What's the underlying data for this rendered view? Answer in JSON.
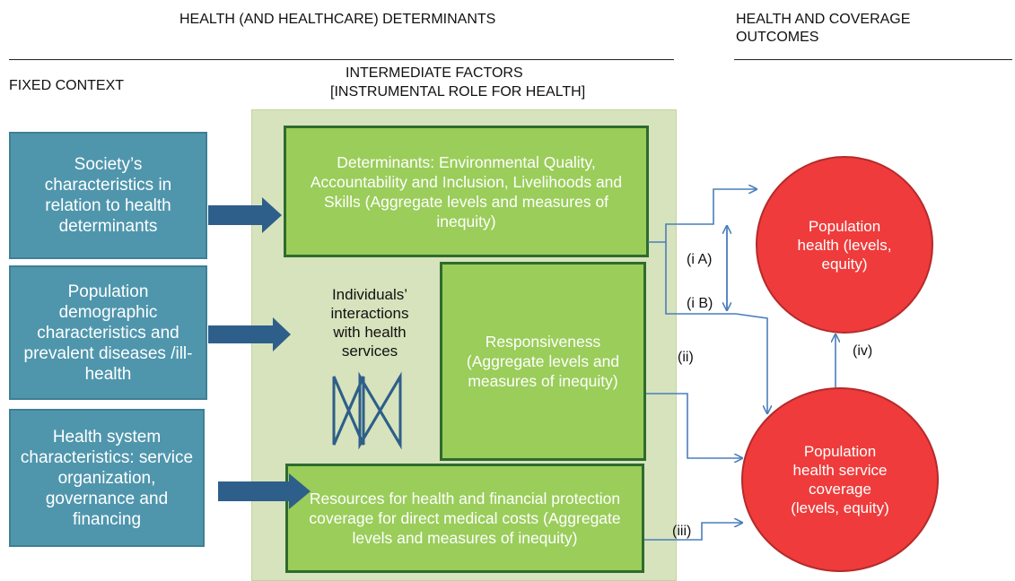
{
  "headers": {
    "determinants": "HEALTH (AND HEALTHCARE) DETERMINANTS",
    "outcomes": "HEALTH AND COVERAGE OUTCOMES",
    "fixed_context": "FIXED CONTEXT",
    "intermediate_line1": "INTERMEDIATE FACTORS",
    "intermediate_line2": "[INSTRUMENTAL ROLE FOR HEALTH]"
  },
  "context_boxes": [
    "Society’s characteristics in relation to health determinants",
    "Population demographic characteristics and prevalent diseases /ill-health",
    "Health system characteristics: service organization, governance and financing"
  ],
  "intermediate": {
    "determinants": "Determinants: Environmental Quality, Accountability and Inclusion, Livelihoods and Skills (Aggregate levels and measures of inequity)",
    "individuals": "Individuals’ interactions with health services",
    "responsiveness_title": "Responsiveness",
    "responsiveness_body": "(Aggregate levels and measures of inequity)",
    "resources": "Resources for health and financial protection coverage for direct medical costs (Aggregate levels and measures of inequity)"
  },
  "outcomes": {
    "population_health": "Population health (levels, equity)",
    "coverage": "Population health service coverage (levels, equity)"
  },
  "path_labels": {
    "iA": "(i A)",
    "iB": "(i B)",
    "ii": "(ii)",
    "iii": "(iii)",
    "iv": "(iv)"
  },
  "colors": {
    "context_fill": "#4f96ad",
    "intermediate_fill": "#9acd5a",
    "intermediate_bg": "#d6e3bc",
    "outcome_fill": "#ef3b3b",
    "connector": "#4a7ebb",
    "arrow": "#2e5f8a"
  }
}
